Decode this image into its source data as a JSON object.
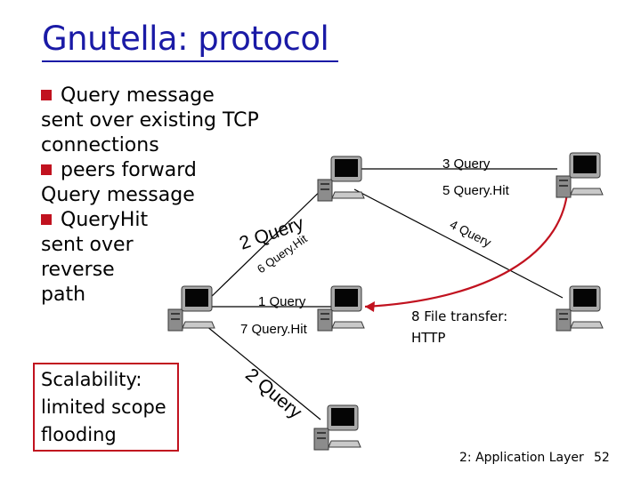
{
  "title": "Gnutella: protocol",
  "bullets": [
    {
      "lines": [
        "Query message",
        "sent over existing TCP",
        "connections"
      ]
    },
    {
      "lines": [
        "peers forward",
        "Query message"
      ]
    },
    {
      "lines": [
        "QueryHit",
        "sent over",
        "reverse",
        "path"
      ]
    }
  ],
  "scalability": [
    "Scalability:",
    "limited scope",
    "flooding"
  ],
  "diagram": {
    "edge_labels": {
      "query3": "3 Query",
      "queryhit5": "5 Query.Hit",
      "query4": "4 Query",
      "query2_upper": "2 Query",
      "queryhit6": "6 Query.Hit",
      "query1": "1 Query",
      "queryhit7": "7 Query.Hit",
      "query2_lower": "2 Query"
    },
    "file_transfer": [
      "8 File transfer:",
      "HTTP"
    ],
    "colors": {
      "transfer_arc": "#c1121f",
      "bullet": "#c1121f",
      "title": "#1a1aa6"
    }
  },
  "footer": {
    "chapter": "2: Application Layer",
    "page": "52"
  }
}
